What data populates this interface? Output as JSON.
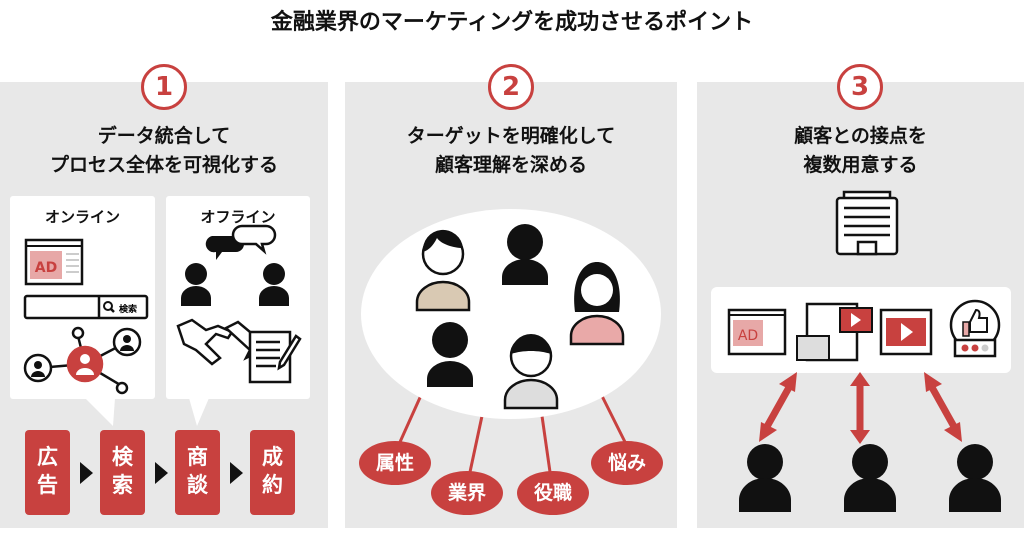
{
  "title": "金融業界のマーケティングを成功させるポイント",
  "accent": "#c8413f",
  "panels": [
    {
      "number": "1",
      "title_lines": [
        "データ統合して",
        "プロセス全体を可視化する"
      ],
      "online_label": "オンライン",
      "offline_label": "オフライン",
      "ad_label": "AD",
      "search_label": "検索",
      "steps": [
        [
          "広",
          "告"
        ],
        [
          "検",
          "索"
        ],
        [
          "商",
          "談"
        ],
        [
          "成",
          "約"
        ]
      ]
    },
    {
      "number": "2",
      "title_lines": [
        "ターゲットを明確化して",
        "顧客理解を深める"
      ],
      "tags": [
        "属性",
        "業界",
        "役職",
        "悩み"
      ]
    },
    {
      "number": "3",
      "title_lines": [
        "顧客との接点を",
        "複数用意する"
      ],
      "ad_label": "AD"
    }
  ]
}
